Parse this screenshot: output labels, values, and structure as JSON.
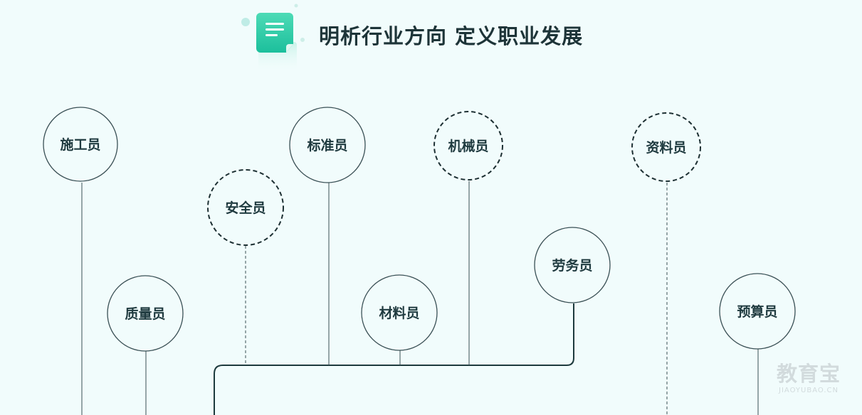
{
  "header": {
    "title": "明析行业方向 定义职业发展",
    "icon": "document-icon"
  },
  "colors": {
    "background": "#f1fcfc",
    "accent": "#2cc7a5",
    "line": "#1d3a3d",
    "node_border": "#3a5055"
  },
  "nodes": [
    {
      "id": "shigongyuan",
      "label": "施工员",
      "style": "solid"
    },
    {
      "id": "zhiliangyuan",
      "label": "质量员",
      "style": "solid"
    },
    {
      "id": "anquanyuan",
      "label": "安全员",
      "style": "dashed"
    },
    {
      "id": "biaozhunyuan",
      "label": "标准员",
      "style": "solid"
    },
    {
      "id": "cailiaoyuan",
      "label": "材料员",
      "style": "solid"
    },
    {
      "id": "jixieyuan",
      "label": "机械员",
      "style": "dashed"
    },
    {
      "id": "laowuyuan",
      "label": "劳务员",
      "style": "solid"
    },
    {
      "id": "ziliaoyuan",
      "label": "资料员",
      "style": "dashed"
    },
    {
      "id": "yusuanyuan",
      "label": "预算员",
      "style": "solid"
    }
  ],
  "watermark": {
    "main": "教育宝",
    "sub": "JIAOYUBAO.CN"
  }
}
